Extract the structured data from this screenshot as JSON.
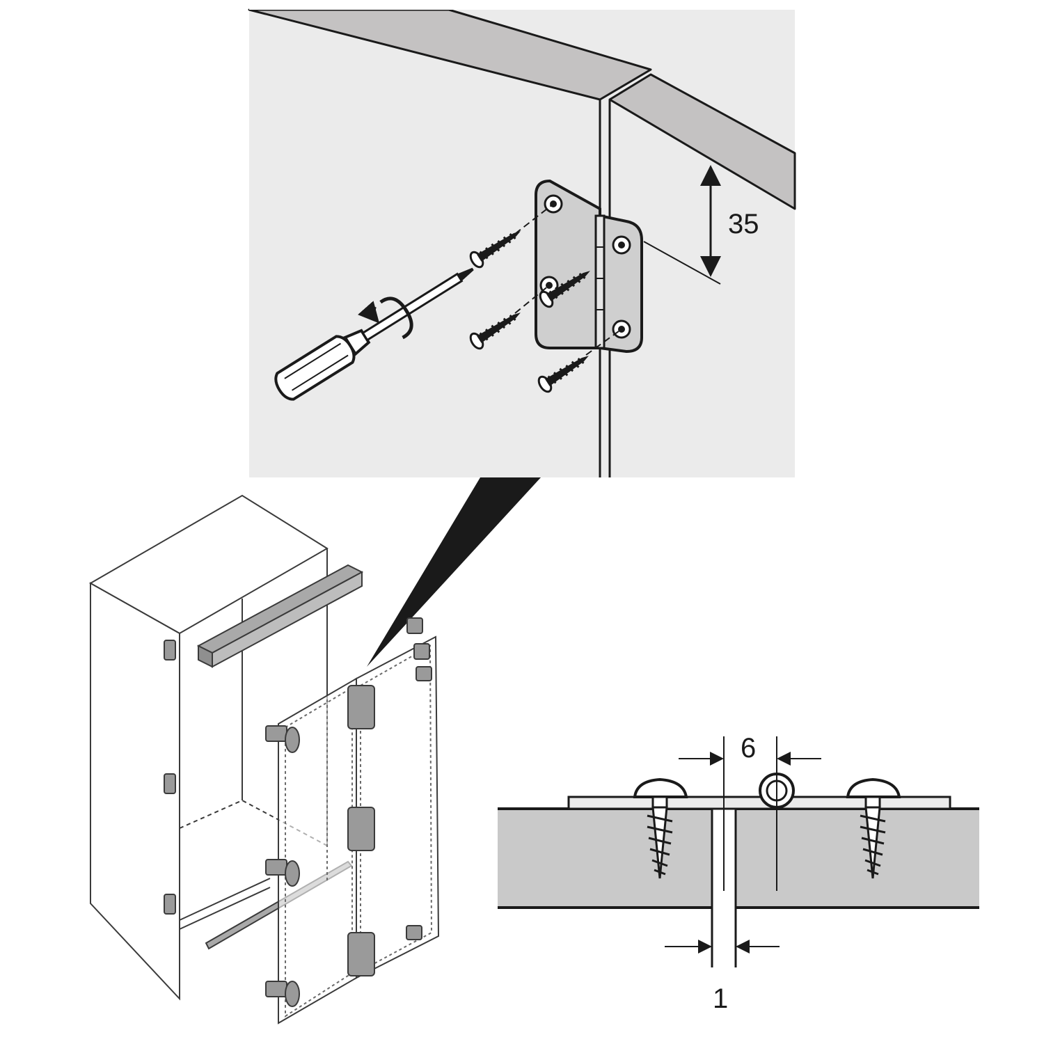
{
  "diagram": {
    "detail_view": {
      "dimension_label": "35"
    },
    "cross_section": {
      "pin_dimension_label": "6",
      "gap_dimension_label": "1"
    },
    "colors": {
      "background_panel": "#ebebeb",
      "board_edge": "#c4c2c2",
      "hinge_plate": "#c9c9c9",
      "section_fill": "#c9c9c9",
      "line": "#1a1a1a"
    }
  }
}
